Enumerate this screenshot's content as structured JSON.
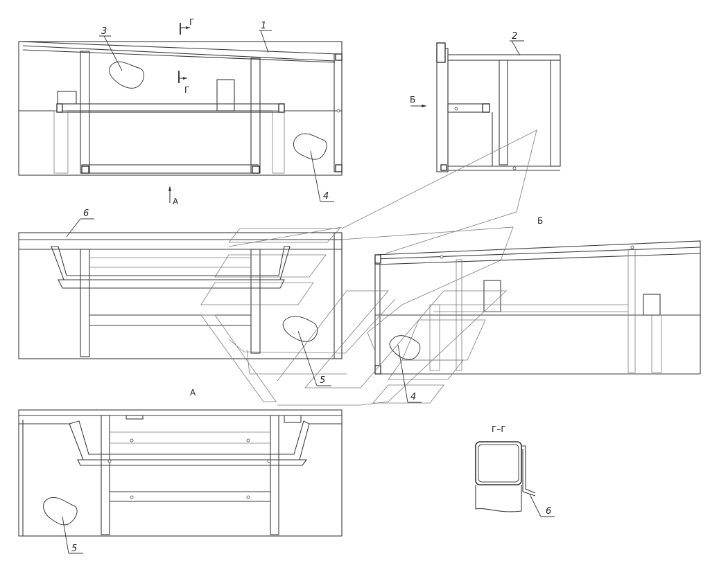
{
  "callouts": {
    "c1": "1",
    "c2": "2",
    "c3": "3",
    "c4a": "4",
    "c4b": "4",
    "c5a": "5",
    "c5b": "5",
    "c6a": "6",
    "c6b": "6"
  },
  "views": {
    "section_mark_top": "Г",
    "section_mark_bottom": "Г",
    "view_a_arrow": "А",
    "view_a_title": "А",
    "view_b_arrow": "Б",
    "view_b_title": "Б",
    "section_title": "Г–Г"
  }
}
